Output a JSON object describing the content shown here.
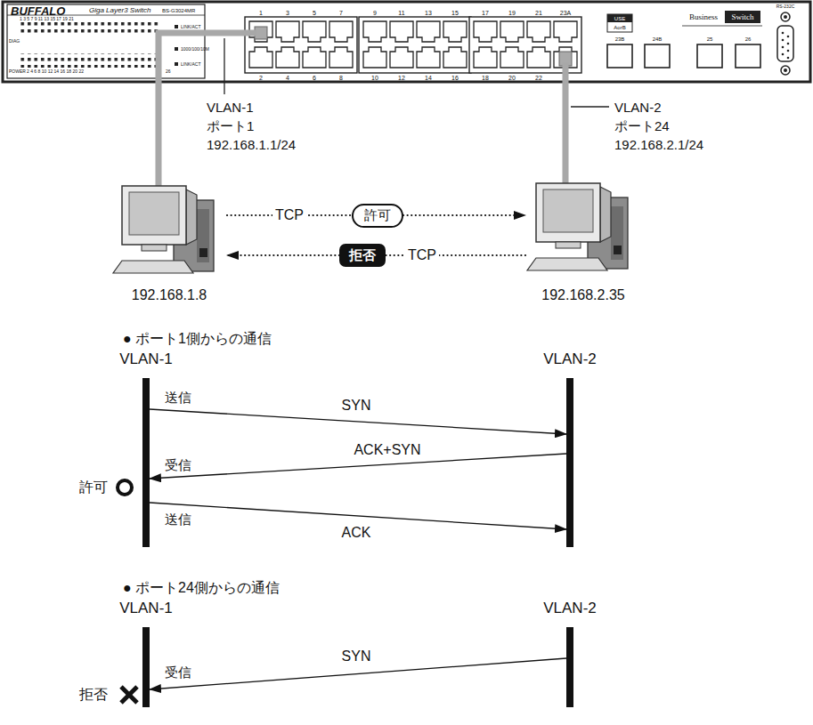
{
  "diagram": {
    "nodes": [
      {
        "text": [
          "192.168.1.8"
        ]
      },
      {
        "text": [
          "許可"
        ]
      },
      {
        "text": [
          "192.168.2.35"
        ]
      },
      {
        "text": [
          "拒否"
        ]
      },
      {
        "text": [
          "VLAN-1"
        ]
      },
      {
        "text": [
          "VLAN-2"
        ]
      },
      {
        "text": [
          "VLAN-1"
        ]
      },
      {
        "text": [
          "VLAN-2"
        ]
      }
    ],
    "edges": [
      {
        "from": 0,
        "to": 1,
        "arrow": "none",
        "label": "TCP"
      },
      {
        "from": 1,
        "to": 2,
        "arrow": "to"
      },
      {
        "from": 2,
        "to": 3,
        "arrow": "none",
        "label": "TCP"
      },
      {
        "from": 3,
        "to": 0,
        "arrow": "to"
      },
      {
        "from": 4,
        "to": 5,
        "arrow": "to",
        "label": "SYN"
      },
      {
        "from": 5,
        "to": 4,
        "arrow": "to",
        "label": "ACK+SYN"
      },
      {
        "from": 4,
        "to": 5,
        "arrow": "to",
        "label": "ACK"
      },
      {
        "from": 7,
        "to": 6,
        "arrow": "to",
        "label": "SYN"
      }
    ],
    "labels": [
      "BUFFALO",
      "Giga Layer3 Switch",
      "BS-G3024MR",
      "1 3 5 7 9 11 13 15 17 19 21",
      "DIAG",
      "POWER",
      "2 4 6 8 10 12 14 16 18 20 22",
      "26",
      "LINK/ACT",
      "1000/100/10M",
      "LINK/ACT",
      "1",
      "3",
      "5",
      "7",
      "9",
      "11",
      "13",
      "15",
      "17",
      "19",
      "21",
      "23A",
      "2",
      "4",
      "6",
      "8",
      "10",
      "12",
      "14",
      "16",
      "18",
      "20",
      "22",
      "USE",
      "AorB",
      "23B",
      "24B",
      "25",
      "26",
      "Business",
      "Switch",
      "RS-232C",
      "VLAN-1",
      "ポート1",
      "192.168.1.1/24",
      "VLAN-2",
      "ポート24",
      "192.168.2.1/24",
      "● ポート1側からの通信",
      "送信",
      "受信",
      "許可",
      "送信",
      "● ポート24側からの通信",
      "受信",
      "拒否"
    ]
  }
}
